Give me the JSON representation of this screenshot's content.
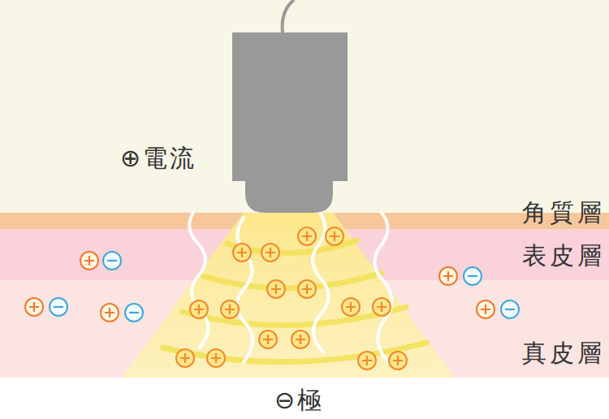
{
  "diagram": {
    "nodes": [
      {
        "text": [
          "角質層"
        ]
      },
      {
        "text": [
          "表皮層"
        ]
      },
      {
        "text": [
          "真皮層"
        ]
      }
    ],
    "labels": [
      "⊕電流",
      "⊖極"
    ]
  }
}
